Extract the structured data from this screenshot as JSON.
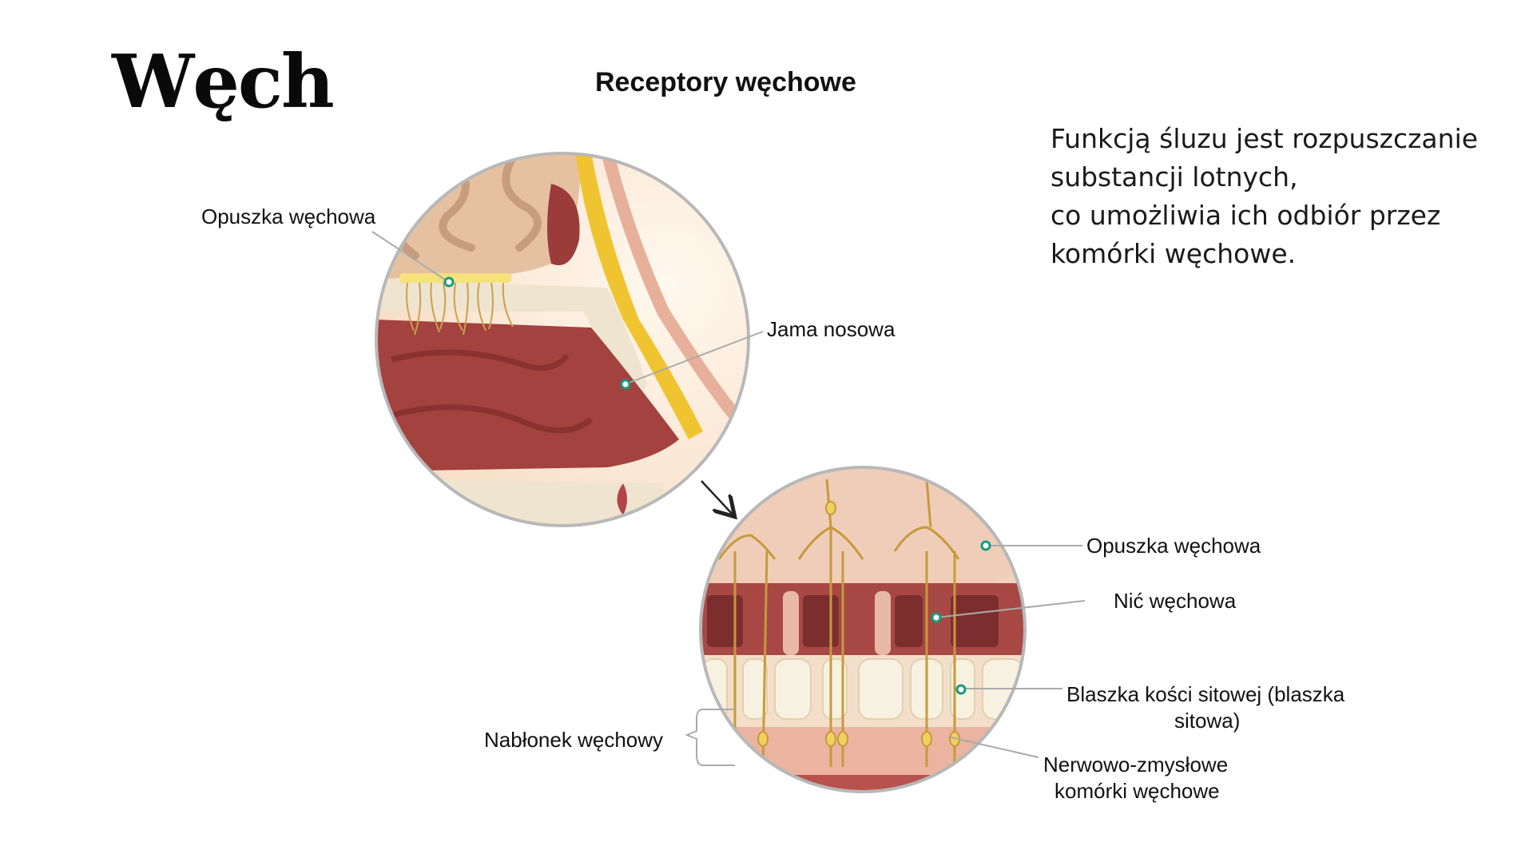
{
  "slide": {
    "title": "Węch",
    "body_lines": [
      "Funkcją śluzu jest rozpuszczanie",
      "substancji lotnych,",
      "co umożliwia ich odbiór przez",
      "komórki węchowe."
    ]
  },
  "figure": {
    "title": "Receptory węchowe",
    "labels": {
      "bulb_top": "Opuszka węchowa",
      "nasal_cavity": "Jama nosowa",
      "bulb_detail": "Opuszka węchowa",
      "olfactory_nerve": "Nić węchowa",
      "cribriform_line1": "Blaszka kości sitowej (blaszka",
      "cribriform_line2": "sitowa)",
      "epithelium": "Nabłonek węchowy",
      "receptor_line1": "Nerwowo-zmysłowe",
      "receptor_line2": "komórki węchowe"
    }
  },
  "colors": {
    "marker": "#1a9a80",
    "brain": "#e9c3a4",
    "cavity": "#a3423f",
    "nerve": "#c79a3c",
    "bone": "#f1e8d2",
    "skin": "#f3d6c2"
  }
}
